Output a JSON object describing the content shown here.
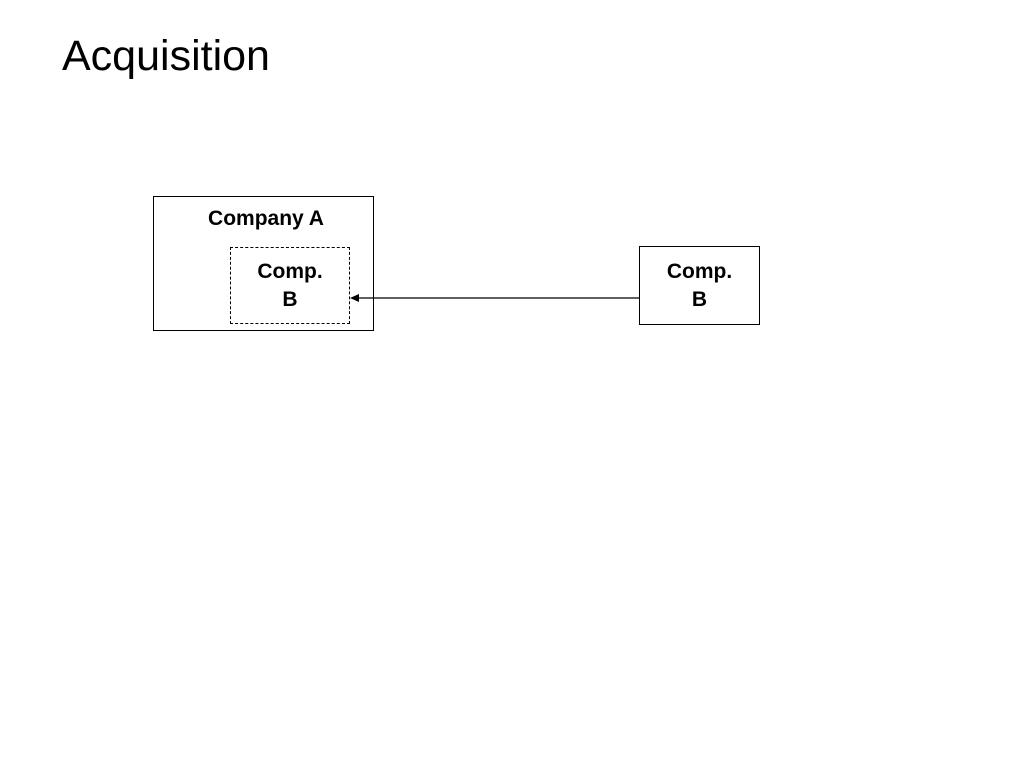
{
  "slide": {
    "title": "Acquisition"
  },
  "diagram": {
    "acquirer": {
      "label": "Company A"
    },
    "acquired_inside": {
      "line1": "Comp.",
      "line2": "B"
    },
    "target": {
      "line1": "Comp.",
      "line2": "B"
    },
    "connector": {
      "from": "target",
      "to": "acquired_inside",
      "style": "single-headed arrow"
    }
  }
}
